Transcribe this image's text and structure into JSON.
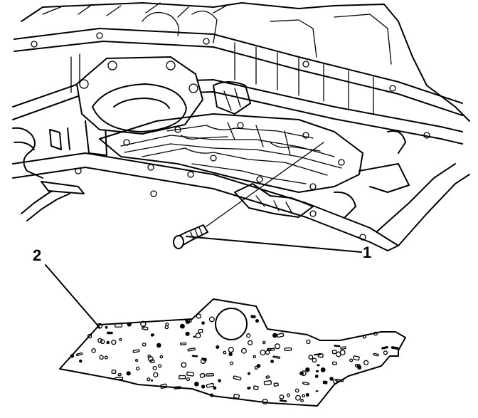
{
  "diagram": {
    "callouts": [
      {
        "id": "1",
        "label": "1",
        "target": "valve-body-bolt"
      },
      {
        "id": "2",
        "label": "2",
        "target": "spacer-plate"
      }
    ]
  }
}
